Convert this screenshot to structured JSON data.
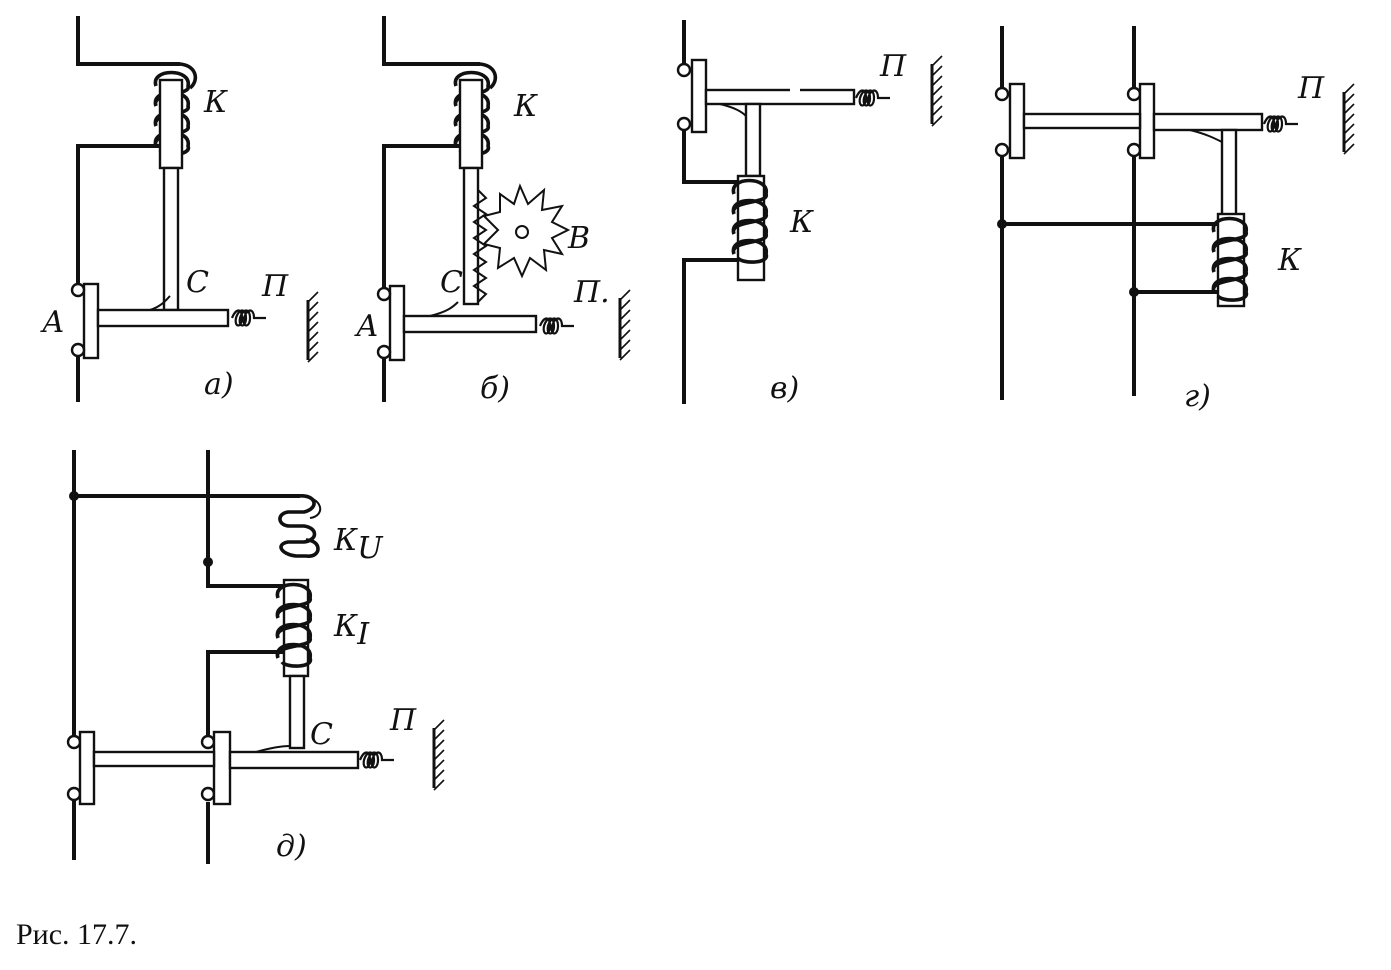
{
  "caption": "Рис. 17.7.",
  "labels": {
    "K": "К",
    "A": "А",
    "C": "С",
    "P": "П",
    "P_dot": "П.",
    "B": "В",
    "Ku": "К",
    "Ku_sub": "U",
    "Ki": "К",
    "Ki_sub": "I"
  },
  "subfigures": {
    "a": "а)",
    "b": "б)",
    "v": "в)",
    "g": "г)",
    "d": "д)"
  }
}
